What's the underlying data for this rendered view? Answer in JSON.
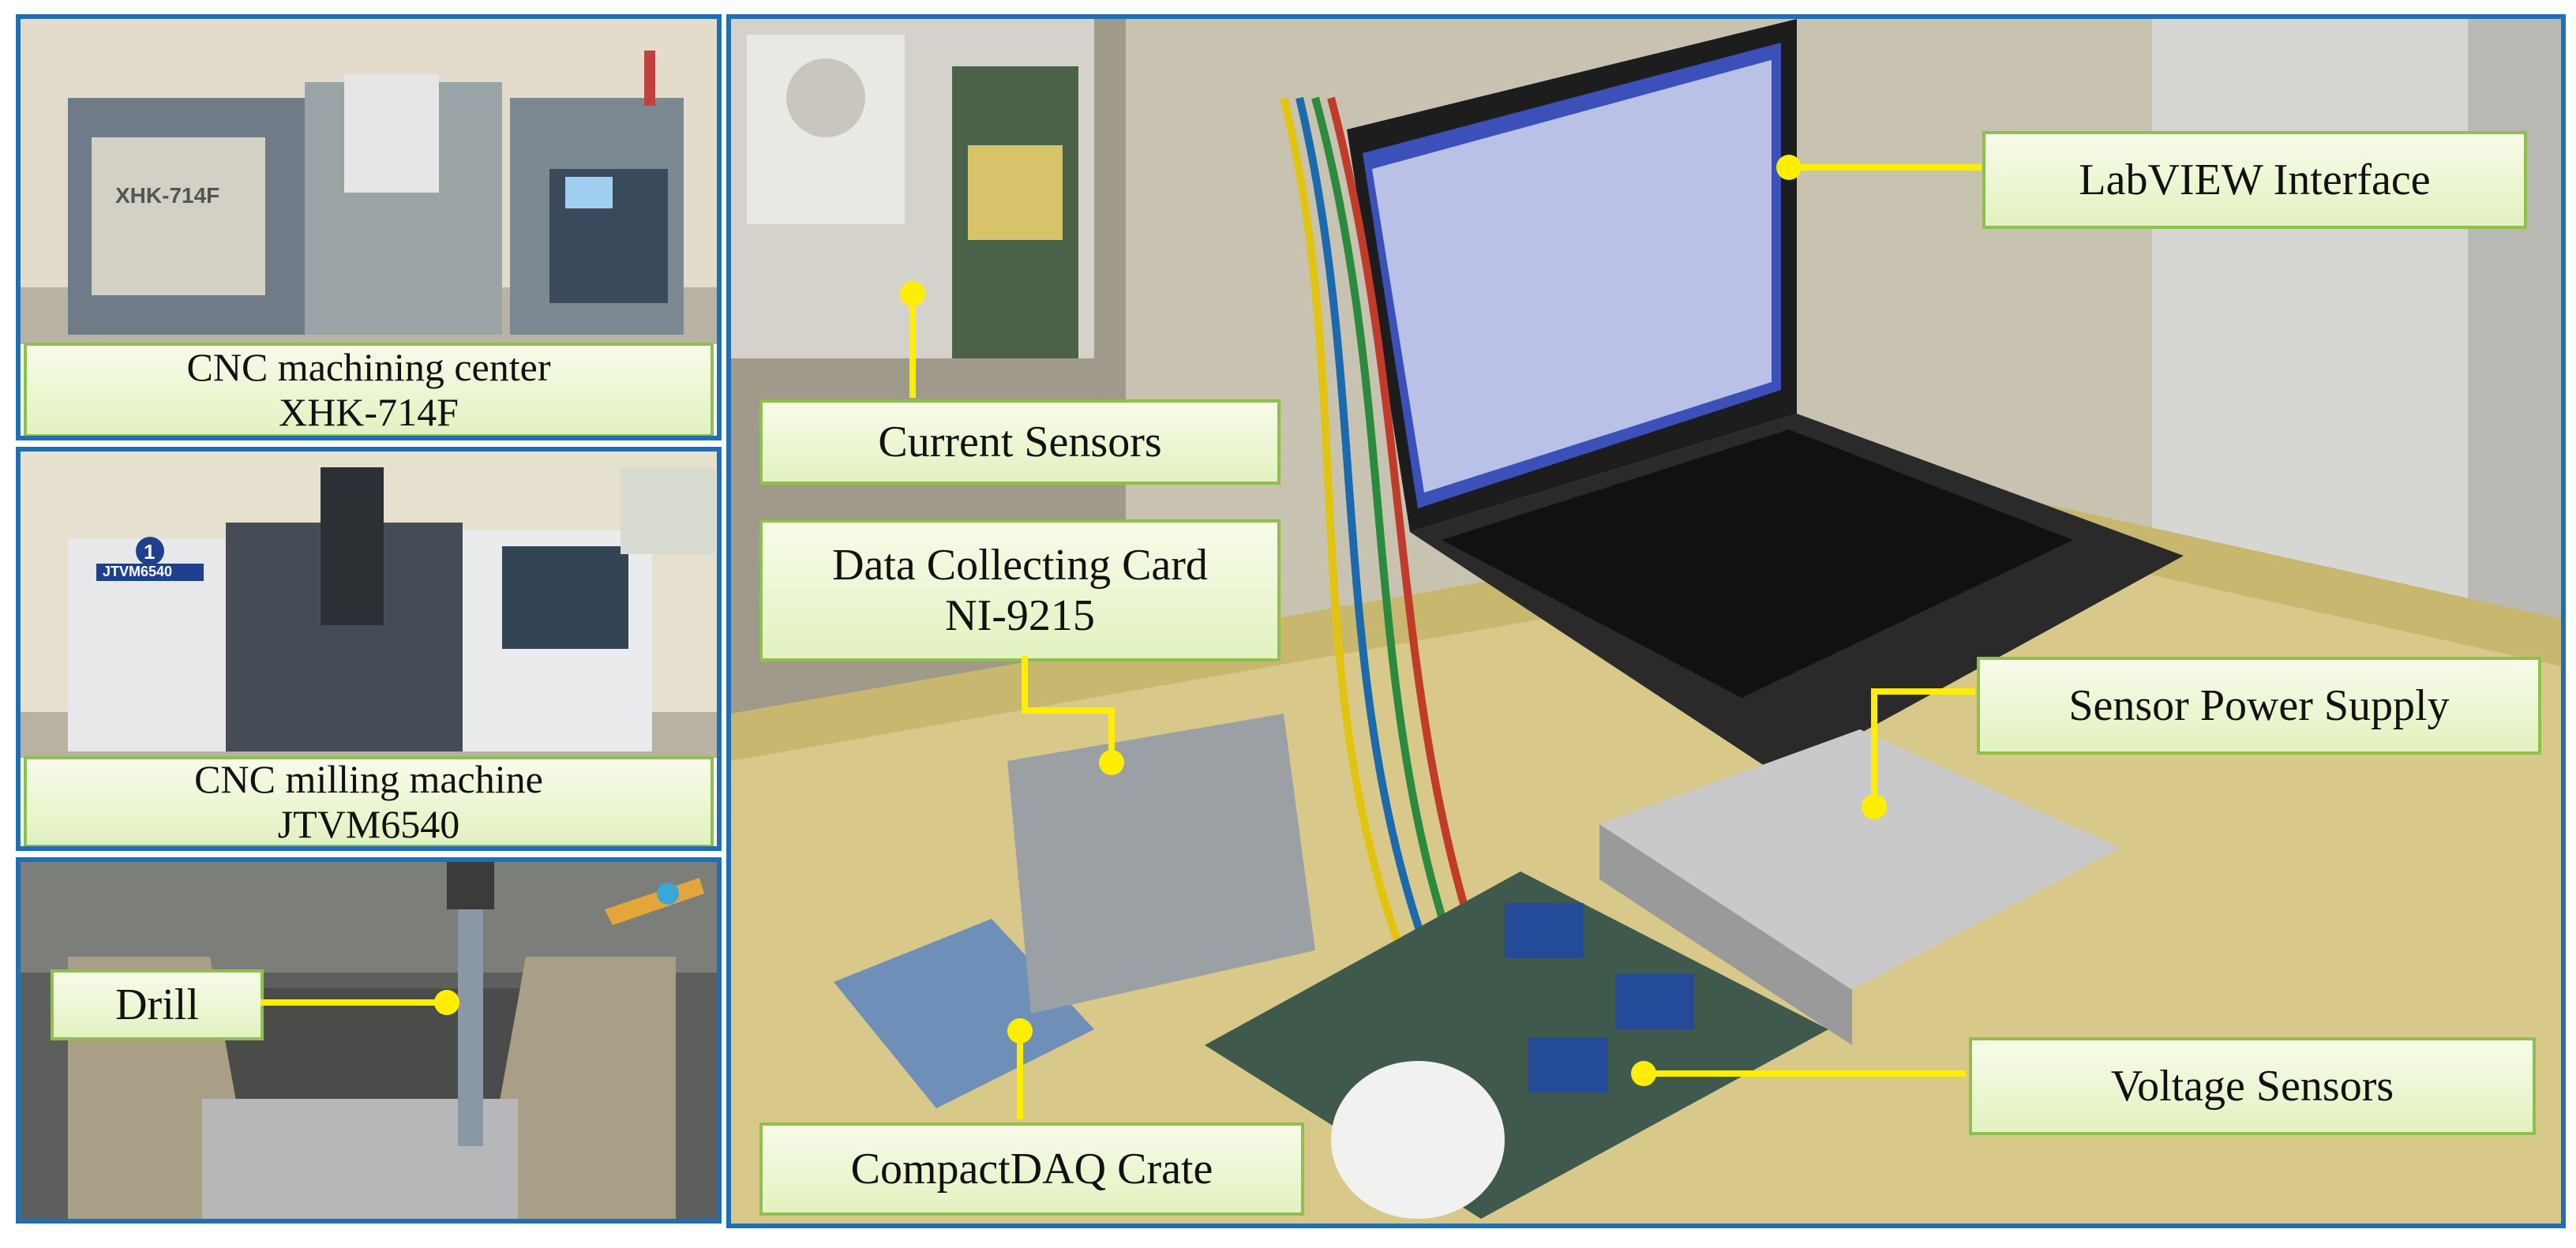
{
  "left_panels": {
    "cnc_center": {
      "line1": "CNC machining center",
      "line2": "XHK-714F",
      "machine_badge": "XHK-714F"
    },
    "cnc_milling": {
      "line1": "CNC milling machine",
      "line2": "JTVM6540",
      "machine_badge": "JTVM6540",
      "number_badge": "1"
    },
    "drill": {
      "label": "Drill"
    }
  },
  "main_panel": {
    "labels": {
      "labview": "LabVIEW Interface",
      "current_sensors": "Current Sensors",
      "data_card_line1": "Data Collecting Card",
      "data_card_line2": "NI-9215",
      "sensor_power": "Sensor Power Supply",
      "voltage_sensors": "Voltage Sensors",
      "compactdaq": "CompactDAQ Crate"
    }
  },
  "colors": {
    "frame_border": "#1f6fb5",
    "label_border": "#8fbf4d",
    "label_fill": "#eaf6cc",
    "leader_line": "#ffee00",
    "leader_dot": "#ffee00"
  }
}
